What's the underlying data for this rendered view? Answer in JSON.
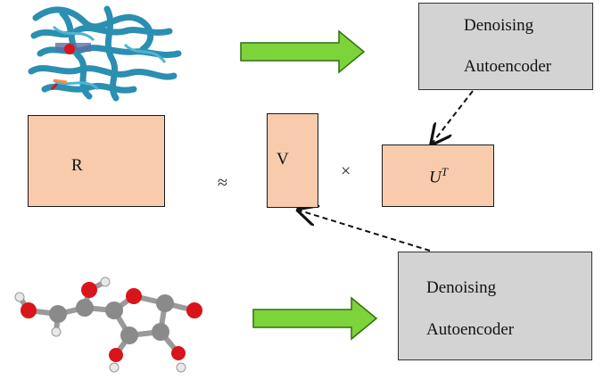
{
  "encoder_top": {
    "line1": "Denoising",
    "line2": "Autoencoder"
  },
  "encoder_bottom": {
    "line1": "Denoising",
    "line2": "Autoencoder"
  },
  "matrix_r": "R",
  "matrix_v": "V",
  "matrix_ut": {
    "base": "U",
    "sup": "T"
  },
  "approx_symbol": "≈",
  "times_symbol": "×",
  "colors": {
    "arrow_fill": "#7dd33a",
    "encoder_fill": "#d3d3d3",
    "matrix_fill": "#f8cbad",
    "protein": "#2a8fb0",
    "oxygen": "#d9141b",
    "carbon": "#8a8a8a",
    "hydrogen": "#e8e8e8"
  },
  "icons": [
    "protein-structure-icon",
    "molecule-icon"
  ]
}
